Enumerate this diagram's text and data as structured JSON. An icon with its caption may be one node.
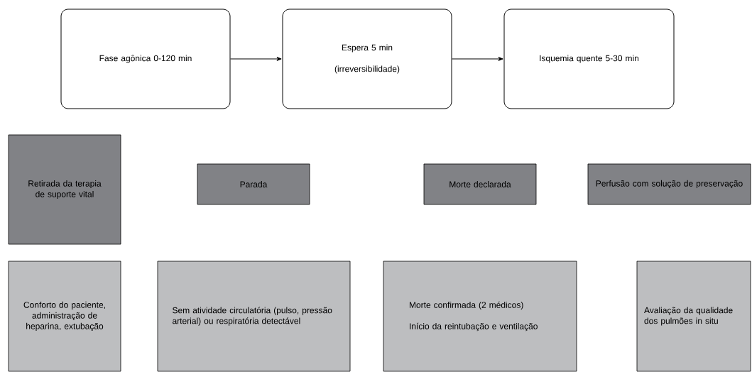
{
  "diagram": {
    "nodes": [
      {
        "text": [
          "Fase agônica 0-120 min"
        ]
      },
      {
        "text": [
          "Espera 5 min",
          "(irreversibilidade)"
        ]
      },
      {
        "text": [
          "Isquemia quente 5-30 min"
        ]
      },
      {
        "text": [
          "Retirada da terapia de suporte vital"
        ]
      },
      {
        "text": [
          "Parada"
        ]
      },
      {
        "text": [
          "Morte declarada"
        ]
      },
      {
        "text": [
          "Perfusão com solução de preservação"
        ]
      },
      {
        "text": [
          "Conforto do paciente, administração de heparina, extubação"
        ]
      },
      {
        "text": [
          "Sem atividade circulatória (pulso, pressão arterial) ou respiratória detectável"
        ]
      },
      {
        "text": [
          "Morte confirmada (2 médicos)",
          "Início da reintubação e ventilação"
        ]
      },
      {
        "text": [
          "Avaliação da qualidade dos pulmões in situ"
        ]
      }
    ],
    "edges": [
      {
        "from": 0,
        "to": 1,
        "arrow": "to"
      },
      {
        "from": 1,
        "to": 2,
        "arrow": "to"
      }
    ]
  }
}
